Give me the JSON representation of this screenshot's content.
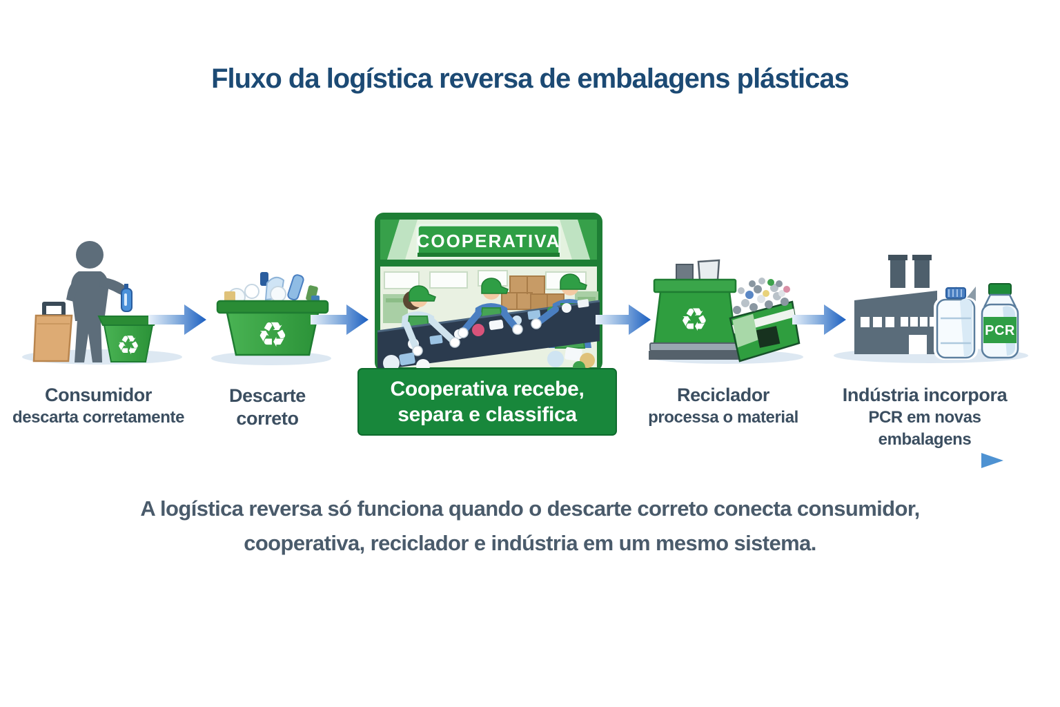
{
  "title": "Fluxo da logística reversa de embalagens plásticas",
  "stages": {
    "consumidor": {
      "label_line1": "Consumidor",
      "label_line2": "descarta corretamente"
    },
    "descarte": {
      "label_line1": "Descarte correto"
    },
    "cooperativa": {
      "sign_text": "COOPERATIVA",
      "banner_line1": "Cooperativa recebe,",
      "banner_line2": "separa e classifica"
    },
    "reciclador": {
      "label_line1": "Reciclador",
      "label_line2": "processa o material"
    },
    "industria": {
      "label_line1": "Indústria incorpora",
      "label_line2": "PCR em novas embalagens"
    }
  },
  "pcr_bottle_label": "PCR",
  "footer_line1": "A logística reversa só funciona quando o descarte correto conecta consumidor,",
  "footer_line2": "cooperativa, reciclador e indústria em um mesmo sistema.",
  "icons": {
    "recycle": "♻"
  },
  "colors": {
    "title_blue": "#1c4a74",
    "label_slate": "#3b4e60",
    "brand_green": "#2f9e3f",
    "dark_green": "#1e7c31",
    "banner_green": "#18873b",
    "arrow_blue": "#1b5fc1",
    "flow_arrow_blue": "#4e92d2",
    "ground_shadow": "#dde8f2"
  }
}
